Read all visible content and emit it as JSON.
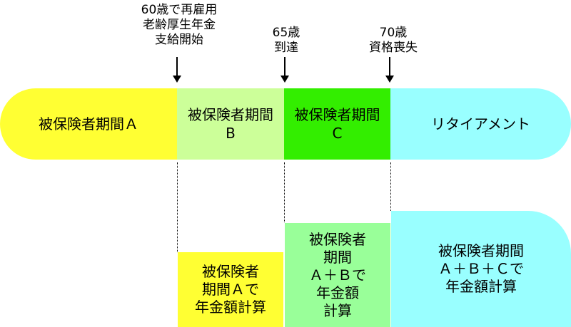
{
  "milestones": [
    {
      "id": "60",
      "text": "60歳で再雇用\n老齢厚生年金\n支給開始"
    },
    {
      "id": "65",
      "text": "65歳\n到達"
    },
    {
      "id": "70",
      "text": "70歳\n資格喪失"
    }
  ],
  "timeline": {
    "period_a": "被保険者期間Ａ",
    "period_b": "被保険者期間\nB",
    "period_c": "被保険者期間\nC",
    "retirement": "リタイアメント"
  },
  "calculations": {
    "calc_a": "被保険者\n期間Ａで\n年金額計算",
    "calc_ab": "被保険者\n期間\nＡ＋Ｂで\n年金額\n計算",
    "calc_abc": "被保険者期間\nＡ＋Ｂ＋Ｃで\n年金額計算"
  },
  "colors": {
    "period_a": "#ffff33",
    "period_b": "#ccff99",
    "period_c": "#33ee00",
    "retirement": "#99ffff",
    "calc_a": "#ffff33",
    "calc_ab": "#99ff99",
    "calc_abc": "#99ffff"
  }
}
